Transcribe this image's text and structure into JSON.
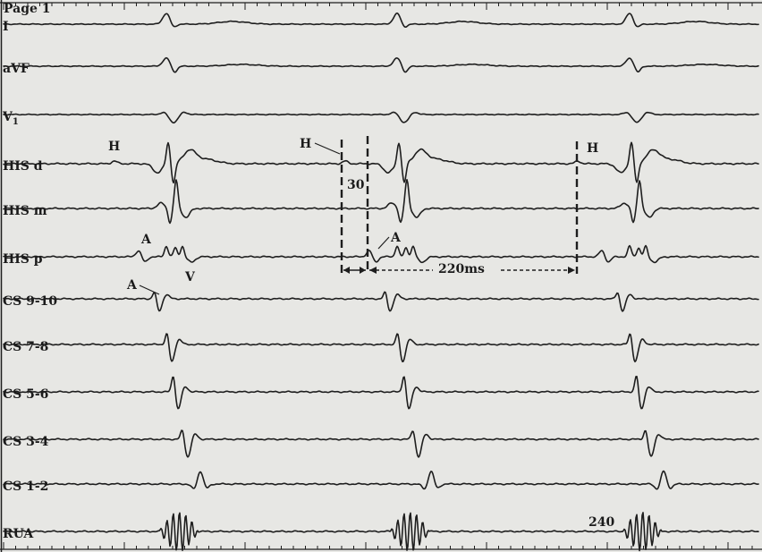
{
  "page_label": "Page 1",
  "chart_data": {
    "type": "line",
    "leads": [
      "I",
      "aVF",
      "V1",
      "HIS d",
      "HIS m",
      "HIS p",
      "CS 9-10",
      "CS 7-8",
      "CS 5-6",
      "CS 3-4",
      "CS 1-2",
      "RUA"
    ],
    "lead_label_html": {
      "V1": [
        "V",
        "1"
      ]
    },
    "annotations": {
      "h_labels": [
        "H",
        "H",
        "H"
      ],
      "a_labels": [
        "A",
        "A",
        "A"
      ],
      "v_label": "V",
      "interval_hv": "30",
      "interval_ms": "220ms",
      "rua_value": "240"
    },
    "ink_color": "#1e1e1e",
    "background_color": "#e7e7e4"
  }
}
